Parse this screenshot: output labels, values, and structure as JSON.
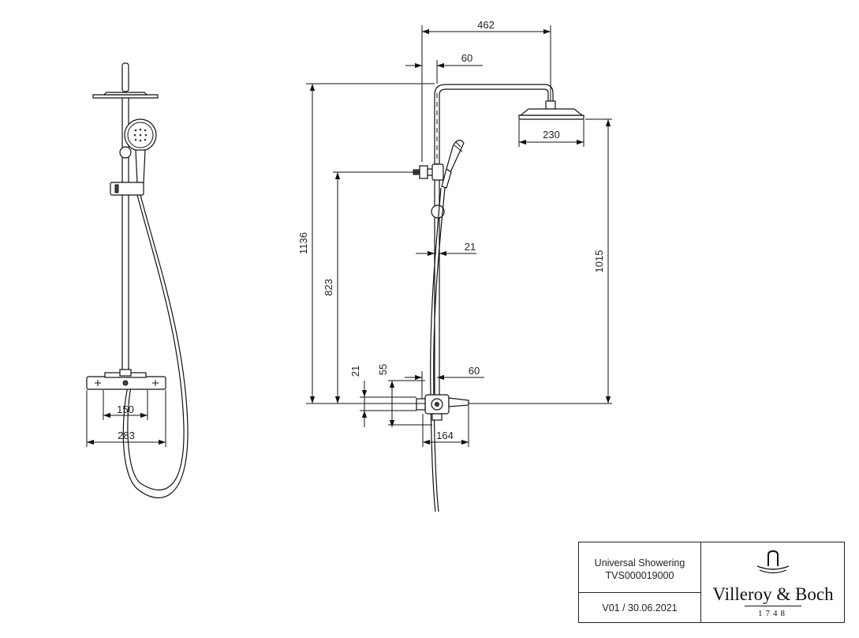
{
  "dimensions": {
    "overall_width": "462",
    "offset_top": "60",
    "head_diameter": "230",
    "height_total": "1136",
    "height_holder": "823",
    "rail_diameter": "21",
    "height_head": "1015",
    "pipe_diameter": "21",
    "outlet_drop": "55",
    "outlet_offset": "60",
    "spout_length": "164",
    "inlet_distance": "150",
    "thermostat_width": "283"
  },
  "title_block": {
    "product_name": "Universal Showering",
    "product_code": "TVS000019000",
    "version": "V01 / 30.06.2021",
    "brand": "Villeroy & Boch",
    "year": "1748"
  },
  "icons": [
    "villeroy-boch-faucet-logo-icon"
  ]
}
